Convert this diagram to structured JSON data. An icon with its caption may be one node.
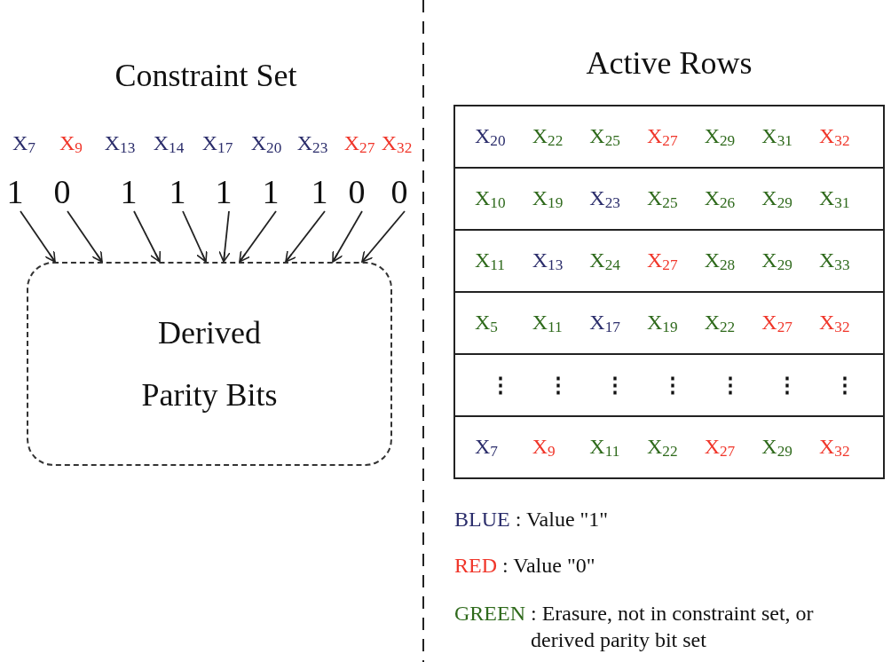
{
  "diagram": {
    "nodes": [
      {
        "text": [
          "X$_{7}$",
          "1"
        ]
      },
      {
        "text": [
          "X$_{9}$",
          "0"
        ]
      },
      {
        "text": [
          "X$_{13}$",
          "1"
        ]
      },
      {
        "text": [
          "X$_{14}$",
          "1"
        ]
      },
      {
        "text": [
          "X$_{17}$",
          "1"
        ]
      },
      {
        "text": [
          "X$_{20}$",
          "1"
        ]
      },
      {
        "text": [
          "X$_{23}$",
          "1"
        ]
      },
      {
        "text": [
          "X$_{27}$",
          "0"
        ]
      },
      {
        "text": [
          "X$_{32}$",
          "0"
        ]
      },
      {
        "text": [
          "Derived Parity Bits"
        ]
      },
      {
        "text": [
          "Active Rows"
        ]
      },
      {
        "text": [
          "X$_{20}$",
          "X$_{22}$",
          "X$_{25}$",
          "X$_{27}$",
          "X$_{29}$",
          "X$_{31}$",
          "X$_{32}$"
        ],
        "in": 10
      },
      {
        "text": [
          "X$_{10}$",
          "X$_{19}$",
          "X$_{23}$",
          "X$_{25}$",
          "X$_{26}$",
          "X$_{29}$",
          "X$_{31}$"
        ],
        "in": 10
      },
      {
        "text": [
          "X$_{11}$",
          "X$_{13}$",
          "X$_{24}$",
          "X$_{27}$",
          "X$_{28}$",
          "X$_{29}$",
          "X$_{33}$"
        ],
        "in": 10
      },
      {
        "text": [
          "X$_{5}$",
          "X$_{11}$",
          "X$_{17}$",
          "X$_{19}$",
          "X$_{22}$",
          "X$_{27}$",
          "X$_{32}$"
        ],
        "in": 10
      },
      {
        "text": [
          "⋮",
          "⋮",
          "⋮",
          "⋮",
          "⋮",
          "⋮",
          "⋮"
        ],
        "in": 10
      },
      {
        "text": [
          "X$_{7}$",
          "X$_{9}$",
          "X$_{11}$",
          "X$_{22}$",
          "X$_{27}$",
          "X$_{29}$",
          "X$_{32}$"
        ],
        "in": 10
      }
    ],
    "edges": [
      {
        "from": 0,
        "to": 9,
        "arrow": "to"
      },
      {
        "from": 1,
        "to": 9,
        "arrow": "to"
      },
      {
        "from": 2,
        "to": 9,
        "arrow": "to"
      },
      {
        "from": 3,
        "to": 9,
        "arrow": "to"
      },
      {
        "from": 4,
        "to": 9,
        "arrow": "to"
      },
      {
        "from": 5,
        "to": 9,
        "arrow": "to"
      },
      {
        "from": 6,
        "to": 9,
        "arrow": "to"
      },
      {
        "from": 7,
        "to": 9,
        "arrow": "to"
      },
      {
        "from": 8,
        "to": 9,
        "arrow": "to"
      }
    ],
    "labels": [
      "Constraint Set"
    ],
    "legend": [
      {
        "text": "BLUE : Value \"1\"",
        "color": "#2b2d6b"
      },
      {
        "text": "RED : Value \"0\"",
        "color": "#f0362a"
      },
      {
        "text": "GREEN : Erasure, not in constraint set, or derived parity bit set",
        "color": "#2f6a1c"
      }
    ]
  }
}
